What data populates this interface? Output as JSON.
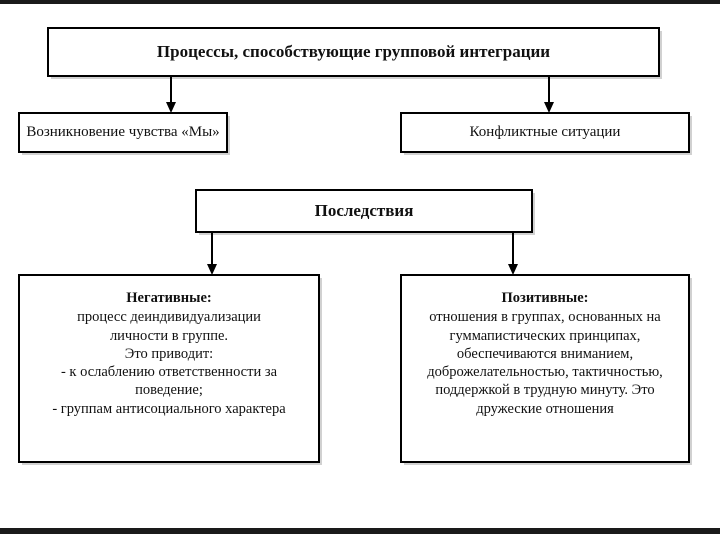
{
  "diagram": {
    "title_box": {
      "text": "Процессы, способствующие групповой интеграции"
    },
    "second_row": {
      "left": {
        "text": "Возникновение чувства «Мы»"
      },
      "right": {
        "text": "Конфликтные ситуации"
      }
    },
    "consequences_box": {
      "text": "Последствия"
    },
    "outcomes": {
      "negative": {
        "heading": "Негативные:",
        "lines": [
          "процесс деиндивидуализации",
          "личности в группе.",
          "Это приводит:",
          "- к ослаблению ответственности за",
          "поведение;",
          "- группам антисоциального характера"
        ]
      },
      "positive": {
        "heading": "Позитивные:",
        "lines": [
          "отношения в группах, основанных на",
          "гуммапистических принципах,",
          "обеспечиваются вниманием,",
          "доброжелательностью, тактичностью,",
          "поддержкой в трудную минуту. Это",
          "дружеские отношения"
        ]
      }
    },
    "colors": {
      "border": "#000000",
      "background": "#ffffff",
      "text": "#111111"
    }
  }
}
